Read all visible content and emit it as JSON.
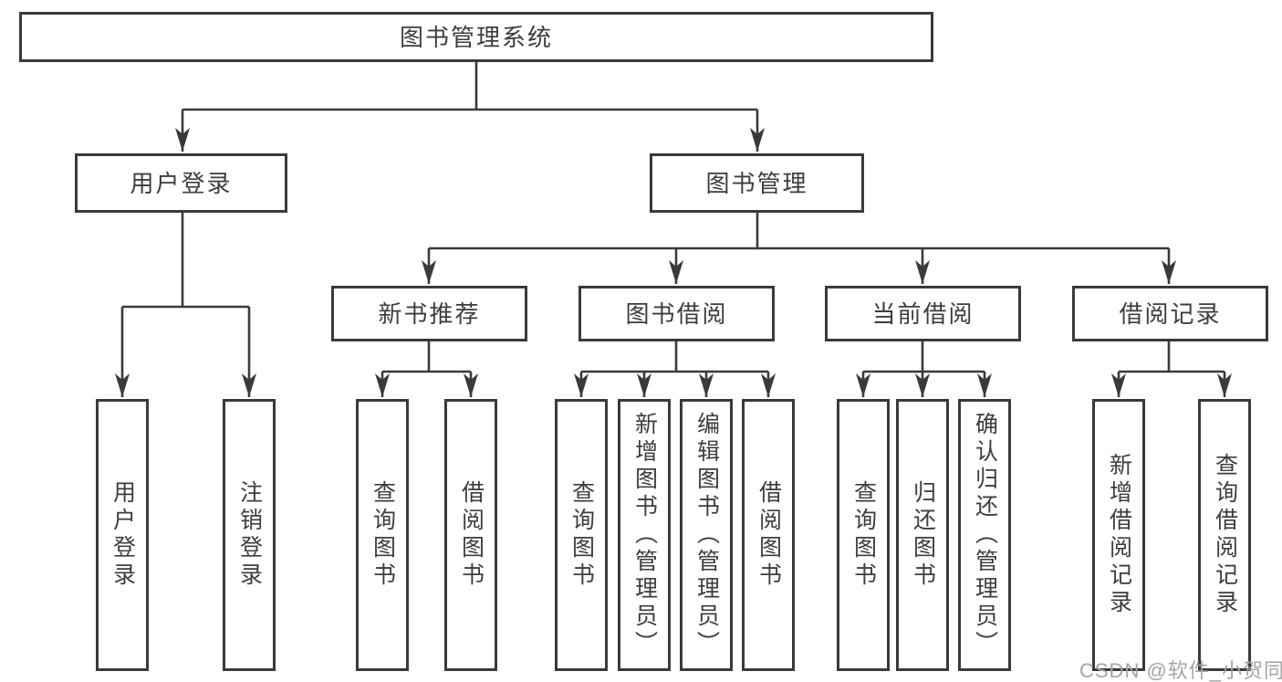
{
  "diagram": {
    "nodes": {
      "root": "图书管理系统",
      "user_login": "用户登录",
      "book_mgmt": "图书管理",
      "new_book_rec": "新书推荐",
      "book_borrow": "图书借阅",
      "current_borrow": "当前借阅",
      "borrow_records": "借阅记录",
      "ul_user_login": "用户登录",
      "ul_logout": "注销登录",
      "nb_query": "查询图书",
      "nb_borrow": "借阅图书",
      "bb_query": "查询图书",
      "bb_add": "新增图书（管理员）",
      "bb_edit": "编辑图书（管理员）",
      "bb_borrow": "借阅图书",
      "cb_query": "查询图书",
      "cb_return": "归还图书",
      "cb_confirm": "确认归还（管理员）",
      "br_add": "新增借阅记录",
      "br_query": "查询借阅记录"
    },
    "hierarchy": {
      "图书管理系统": {
        "用户登录": [
          "用户登录",
          "注销登录"
        ],
        "图书管理": {
          "新书推荐": [
            "查询图书",
            "借阅图书"
          ],
          "图书借阅": [
            "查询图书",
            "新增图书（管理员）",
            "编辑图书（管理员）",
            "借阅图书"
          ],
          "当前借阅": [
            "查询图书",
            "归还图书",
            "确认归还（管理员）"
          ],
          "借阅记录": [
            "新增借阅记录",
            "查询借阅记录"
          ]
        }
      }
    },
    "colors": {
      "line": "#3a3a3a",
      "text": "#3d3d3d",
      "watermark": "#a4a4a4",
      "background": "#ffffff"
    }
  },
  "watermark": "CSDN @软件_小贺同学"
}
